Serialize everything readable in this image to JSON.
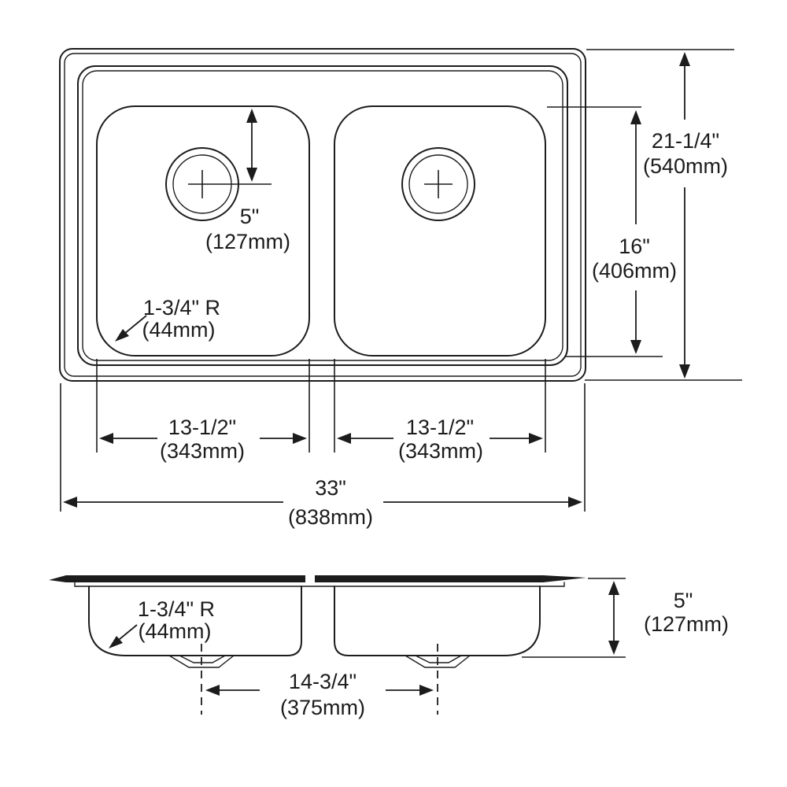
{
  "diagram": {
    "title": "Double-bowl drop-in sink dimensional drawing",
    "views": {
      "top": "plan view",
      "side": "front section view"
    },
    "colors": {
      "line": "#1c1c1c",
      "background": "#ffffff"
    }
  },
  "top_view": {
    "drain_offset": {
      "imperial": "5\"",
      "metric": "(127mm)"
    },
    "overall_front_to_back": {
      "imperial": "21-1/4\"",
      "metric": "(540mm)"
    },
    "bowl_front_to_back": {
      "imperial": "16\"",
      "metric": "(406mm)"
    },
    "corner_radius": {
      "imperial": "1-3/4\" R",
      "metric": "(44mm)"
    },
    "left_bowl_width": {
      "imperial": "13-1/2\"",
      "metric": "(343mm)"
    },
    "right_bowl_width": {
      "imperial": "13-1/2\"",
      "metric": "(343mm)"
    },
    "overall_width": {
      "imperial": "33\"",
      "metric": "(838mm)"
    }
  },
  "side_view": {
    "corner_radius": {
      "imperial": "1-3/4\" R",
      "metric": "(44mm)"
    },
    "drain_spacing": {
      "imperial": "14-3/4\"",
      "metric": "(375mm)"
    },
    "overall_depth": {
      "imperial": "5\"",
      "metric": "(127mm)"
    }
  }
}
